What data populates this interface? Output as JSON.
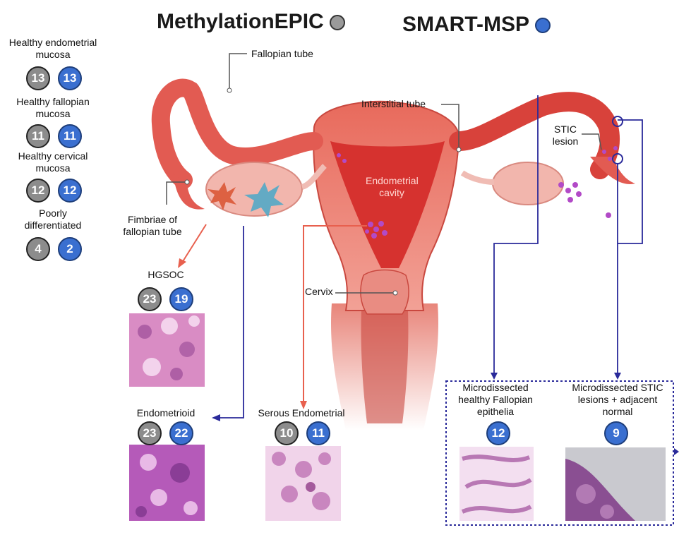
{
  "legend": {
    "methylation_epic": "MethylationEPIC",
    "smart_msp": "SMART-MSP",
    "methylation_color": "#9a9a9a",
    "smart_color": "#3a6fd0"
  },
  "left_panel": [
    {
      "label": "Healthy endometrial mucosa",
      "epic": "13",
      "msp": "13"
    },
    {
      "label": "Healthy fallopian mucosa",
      "epic": "11",
      "msp": "11"
    },
    {
      "label": "Healthy cervical mucosa",
      "epic": "12",
      "msp": "12"
    },
    {
      "label": "Poorly differentiated",
      "epic": "4",
      "msp": "2"
    }
  ],
  "anatomy_labels": {
    "fallopian_tube": "Fallopian tube",
    "interstitial_tube": "Interstitial tube",
    "stic_lesion": "STIC lesion",
    "endometrial_cavity": "Endometrial cavity",
    "fimbriae": "Fimbriae of fallopian tube",
    "cervix": "Cervix"
  },
  "samples": {
    "hgsoc": {
      "label": "HGSOC",
      "epic": "23",
      "msp": "19"
    },
    "endometrioid": {
      "label": "Endometrioid",
      "epic": "23",
      "msp": "22"
    },
    "serous": {
      "label": "Serous Endometrial",
      "epic": "10",
      "msp": "11"
    },
    "micro_healthy": {
      "label": "Microdissected healthy Fallopian epithelia",
      "msp": "12"
    },
    "micro_stic": {
      "label": "Microdissected STIC lesions + adjacent normal",
      "msp": "9"
    }
  }
}
